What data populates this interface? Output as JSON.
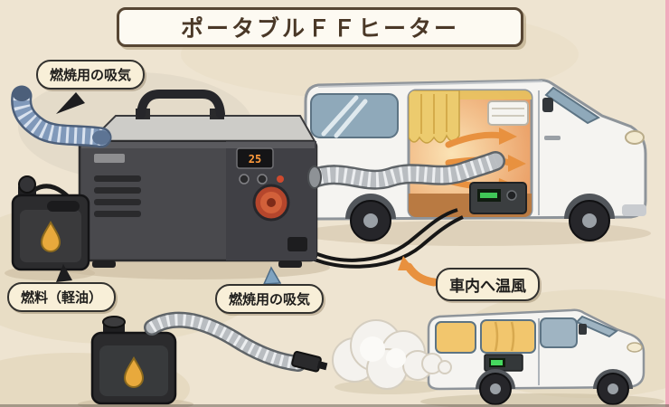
{
  "title": "ポータブルＦＦヒーター",
  "labels": {
    "intake_top": "燃焼用の吸気",
    "fuel": "燃料（軽油）",
    "intake_bottom": "燃焼用の吸気",
    "warm_air": "車内へ温風"
  },
  "heater": {
    "display": "25"
  },
  "colors": {
    "background": "#eee4d1",
    "accent_orange": "#e8913f",
    "hose_blue": "#8099ba",
    "duct_silver": "#b9bdc1",
    "heater_body": "#49494d",
    "knob_red": "#b5462c",
    "led_green": "#46d95f",
    "label_bg": "#f8efd8"
  }
}
